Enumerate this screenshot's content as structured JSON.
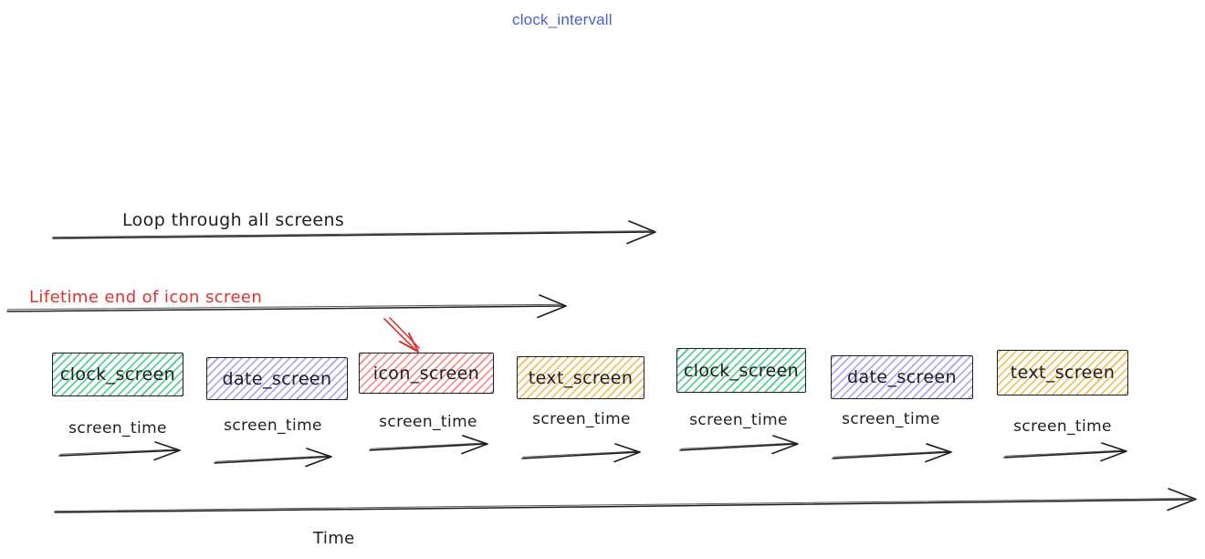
{
  "title": {
    "text": "clock_intervall"
  },
  "colors": {
    "title_blue": "#4a5dd3",
    "ink": "#1e1e1e",
    "accent_red": "#e03131",
    "hatch_green": "#5ecb9d",
    "hatch_violet": "#b5a7f8",
    "hatch_red": "#f39494",
    "hatch_yellow": "#f3c268"
  },
  "annotations": {
    "loop_arrow_label": "Loop through all screens",
    "lifetime_arrow_label": "Lifetime end of icon screen",
    "time_axis_label": "Time",
    "screen_time_label": "screen_time"
  },
  "screens": [
    {
      "label": "clock_screen",
      "color": "green"
    },
    {
      "label": "date_screen",
      "color": "violet"
    },
    {
      "label": "icon_screen",
      "color": "red"
    },
    {
      "label": "text_screen",
      "color": "yellow"
    },
    {
      "label": "clock_screen",
      "color": "green"
    },
    {
      "label": "date_screen",
      "color": "violet"
    },
    {
      "label": "text_screen",
      "color": "yellow"
    }
  ]
}
